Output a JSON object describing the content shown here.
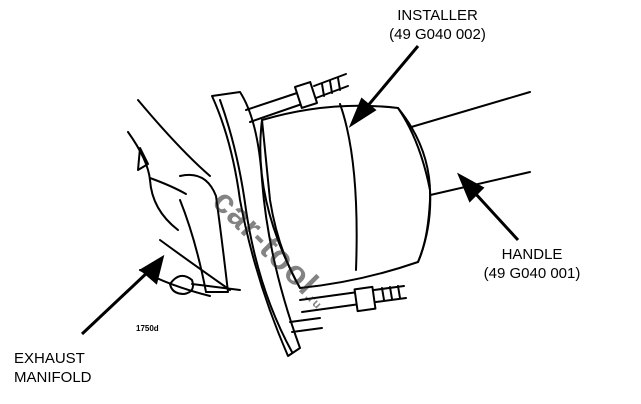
{
  "labels": {
    "installer_line1": "INSTALLER",
    "installer_line2": "(49 G040 002)",
    "handle_line1": "HANDLE",
    "handle_line2": "(49 G040 001)",
    "exhaust_line1": "EXHAUST",
    "exhaust_line2": "MANIFOLD",
    "figure_code": "1750d"
  },
  "watermark": {
    "main": "car-tool",
    "suffix": ".ru"
  },
  "colors": {
    "line": "#000000",
    "background": "#ffffff",
    "watermark": "#333333"
  }
}
